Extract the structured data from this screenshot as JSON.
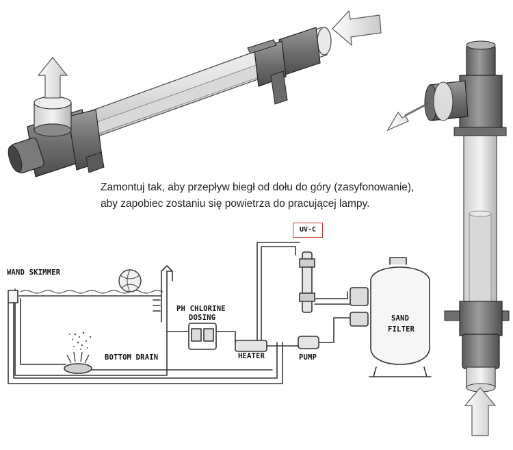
{
  "instructions": {
    "line1": "Zamontuj tak, aby przepływ biegł od dołu do góry (zasyfonowanie),",
    "line2": "aby zapobiec zostaniu się powietrza do pracującej lampy."
  },
  "diagram": {
    "wand_skimmer": "WAND SKIMMER",
    "ph_line1": "PH CHLORINE",
    "ph_line2": "DOSING",
    "bottom_drain": "BOTTOM DRAIN",
    "heater": "HEATER",
    "pump": "PUMP",
    "uvc": "UV-C",
    "sand_line1": "SAND",
    "sand_line2": "FILTER"
  },
  "colors": {
    "uvc_box_border": "#c0392b",
    "outline": "#222222"
  }
}
